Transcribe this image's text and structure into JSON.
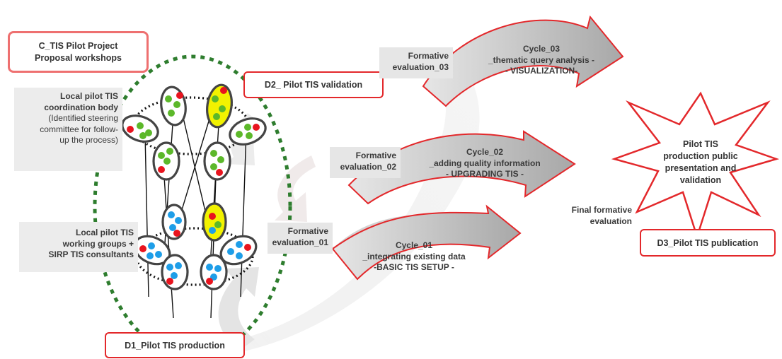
{
  "proposal_box": {
    "line1": "C_TIS Pilot Project",
    "line2": "Proposal workshops"
  },
  "coordination": {
    "title_line1": "Local pilot TIS",
    "title_line2": "coordination body",
    "desc_line1": "(Identified steering",
    "desc_line2": "committee for follow-",
    "desc_line3": "up the process)"
  },
  "working_groups": {
    "line1": "Local pilot TIS",
    "line2": "working groups +",
    "line3": "SIRP TIS consultants"
  },
  "d1_box": "D1_Pilot TIS production",
  "d2_box": "D2_ Pilot TIS validation",
  "d3_box": "D3_Pilot TIS publication",
  "cycles": [
    {
      "eval_line1": "Formative",
      "eval_line2": "evaluation_01",
      "title": "Cycle_01",
      "desc": "_integrating existing data",
      "tag": "-BASIC TIS SETUP -"
    },
    {
      "eval_line1": "Formative",
      "eval_line2": "evaluation_02",
      "title": "Cycle_02",
      "desc": "_adding quality information",
      "tag": "- UPGRADING TIS -"
    },
    {
      "eval_line1": "Formative",
      "eval_line2": "evaluation_03",
      "title": "Cycle_03",
      "desc": "_thematic query analysis  -",
      "tag": "- VISUALIZATION-"
    }
  ],
  "final_eval": {
    "line1": "Final formative",
    "line2": "evaluation"
  },
  "star": {
    "line1": "Pilot TIS",
    "line2": "production public",
    "line3": "presentation and",
    "line4": "validation"
  },
  "colors": {
    "red_border": "#e3282b",
    "dot_red": "#e8141e",
    "dot_green": "#5cb82a",
    "dot_blue": "#1e9ee8",
    "highlight": "#f2f200",
    "dashed_green": "#2e7d2e"
  }
}
